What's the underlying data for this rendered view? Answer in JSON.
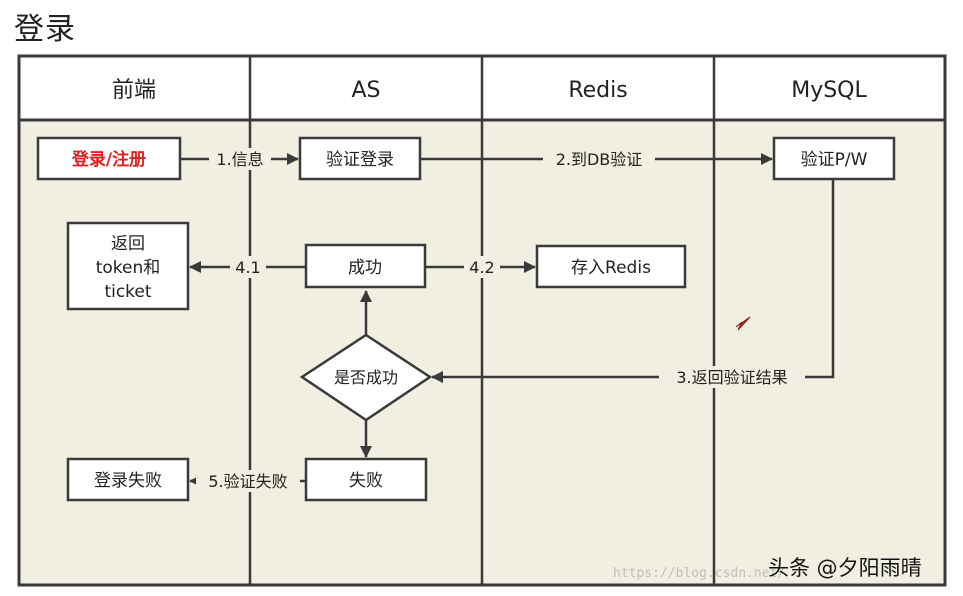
{
  "title": "登录",
  "lanes": [
    "前端",
    "AS",
    "Redis",
    "MySQL"
  ],
  "nodes": {
    "login_register": "登录/注册",
    "verify_login": "验证登录",
    "verify_pw": "验证P/W",
    "success": "成功",
    "store_redis": "存入Redis",
    "return_token": [
      "返回",
      "token和",
      "ticket"
    ],
    "decision": "是否成功",
    "fail": "失败",
    "login_fail": "登录失败"
  },
  "edges": {
    "e1": "1.信息",
    "e2": "2.到DB验证",
    "e3": "3.返回验证结果",
    "e41": "4.1",
    "e42": "4.2",
    "e5": "5.验证失败"
  },
  "watermark": {
    "url": "https://blog.csdn.net/",
    "brand": "头条 @夕阳雨晴"
  },
  "colors": {
    "lane_fill": "#f1efe1",
    "header_fill": "#ffffff",
    "stroke": "#3a3a3a",
    "highlight_text": "#e02020"
  }
}
